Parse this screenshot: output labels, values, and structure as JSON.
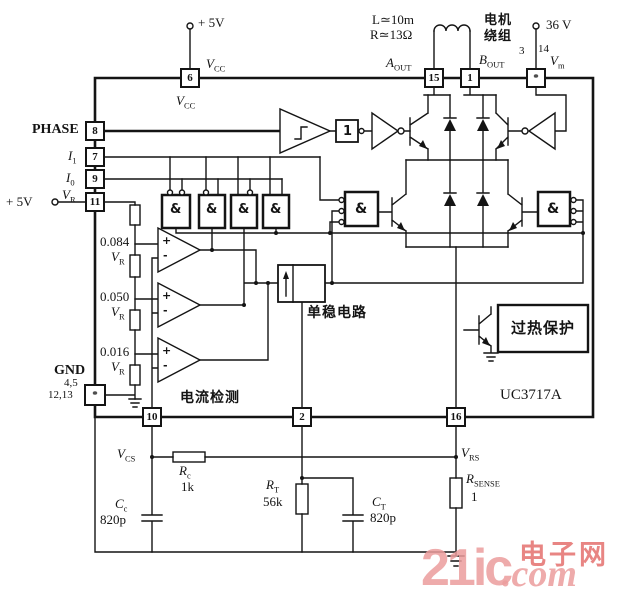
{
  "chip": {
    "name": "UC3717A"
  },
  "pins": {
    "p6": "6",
    "p15": "15",
    "p1": "1",
    "pstar": "*",
    "p8": "8",
    "p7": "7",
    "p9": "9",
    "p11": "11",
    "pgnd": "*",
    "p10": "10",
    "p2": "2",
    "p16": "16"
  },
  "labels": {
    "supply5_top": "+ 5V",
    "supply5_left": "+ 5V",
    "supply36": "36 V",
    "vcc": {
      "main": "V",
      "sub": "CC"
    },
    "vcc_below": {
      "main": "V",
      "sub": "CC"
    },
    "vm": {
      "main": "V",
      "sub": "m"
    },
    "aout": {
      "main": "A",
      "sub": "OUT"
    },
    "bout": {
      "main": "B",
      "sub": "OUT"
    },
    "pin314_left": "3",
    "pin314_right": "14",
    "coil_l": "L≃10m",
    "coil_r": "R≃13Ω",
    "motor_line1": "电机",
    "motor_line2": "绕组",
    "phase": "PHASE",
    "i1": {
      "main": "I",
      "sub": "1"
    },
    "i0": {
      "main": "I",
      "sub": "0"
    },
    "vr": {
      "main": "V",
      "sub": "R"
    },
    "tap1": "0.084",
    "tap2": "0.050",
    "tap3": "0.016",
    "gnd": "GND",
    "gnd_pins1": "4,5",
    "gnd_pins2": "12,13",
    "mono": "单稳电路",
    "current": "电流检测",
    "thermal": "过热保护",
    "vcs": {
      "main": "V",
      "sub": "CS"
    },
    "vrs": {
      "main": "V",
      "sub": "RS"
    },
    "rc": {
      "main": "R",
      "sub": "c"
    },
    "rc_val": "1k",
    "cc": {
      "main": "C",
      "sub": "c"
    },
    "cc_val": "820p",
    "rt": {
      "main": "R",
      "sub": "T"
    },
    "rt_val": "56k",
    "ct": {
      "main": "C",
      "sub": "T"
    },
    "ct_val": "820p",
    "rsense": {
      "main": "R",
      "sub": "SENSE"
    },
    "rsense_val": "1",
    "amp": "&",
    "plus": "+",
    "minus": "-",
    "one": "1"
  },
  "watermark": {
    "num": "21ic",
    "com": ".com",
    "cn": "电子网"
  },
  "colors": {
    "ink": "#141414",
    "paper": "#ffffff",
    "watermark_salmon": "#ec9d9d",
    "watermark_red": "#e4706e"
  }
}
